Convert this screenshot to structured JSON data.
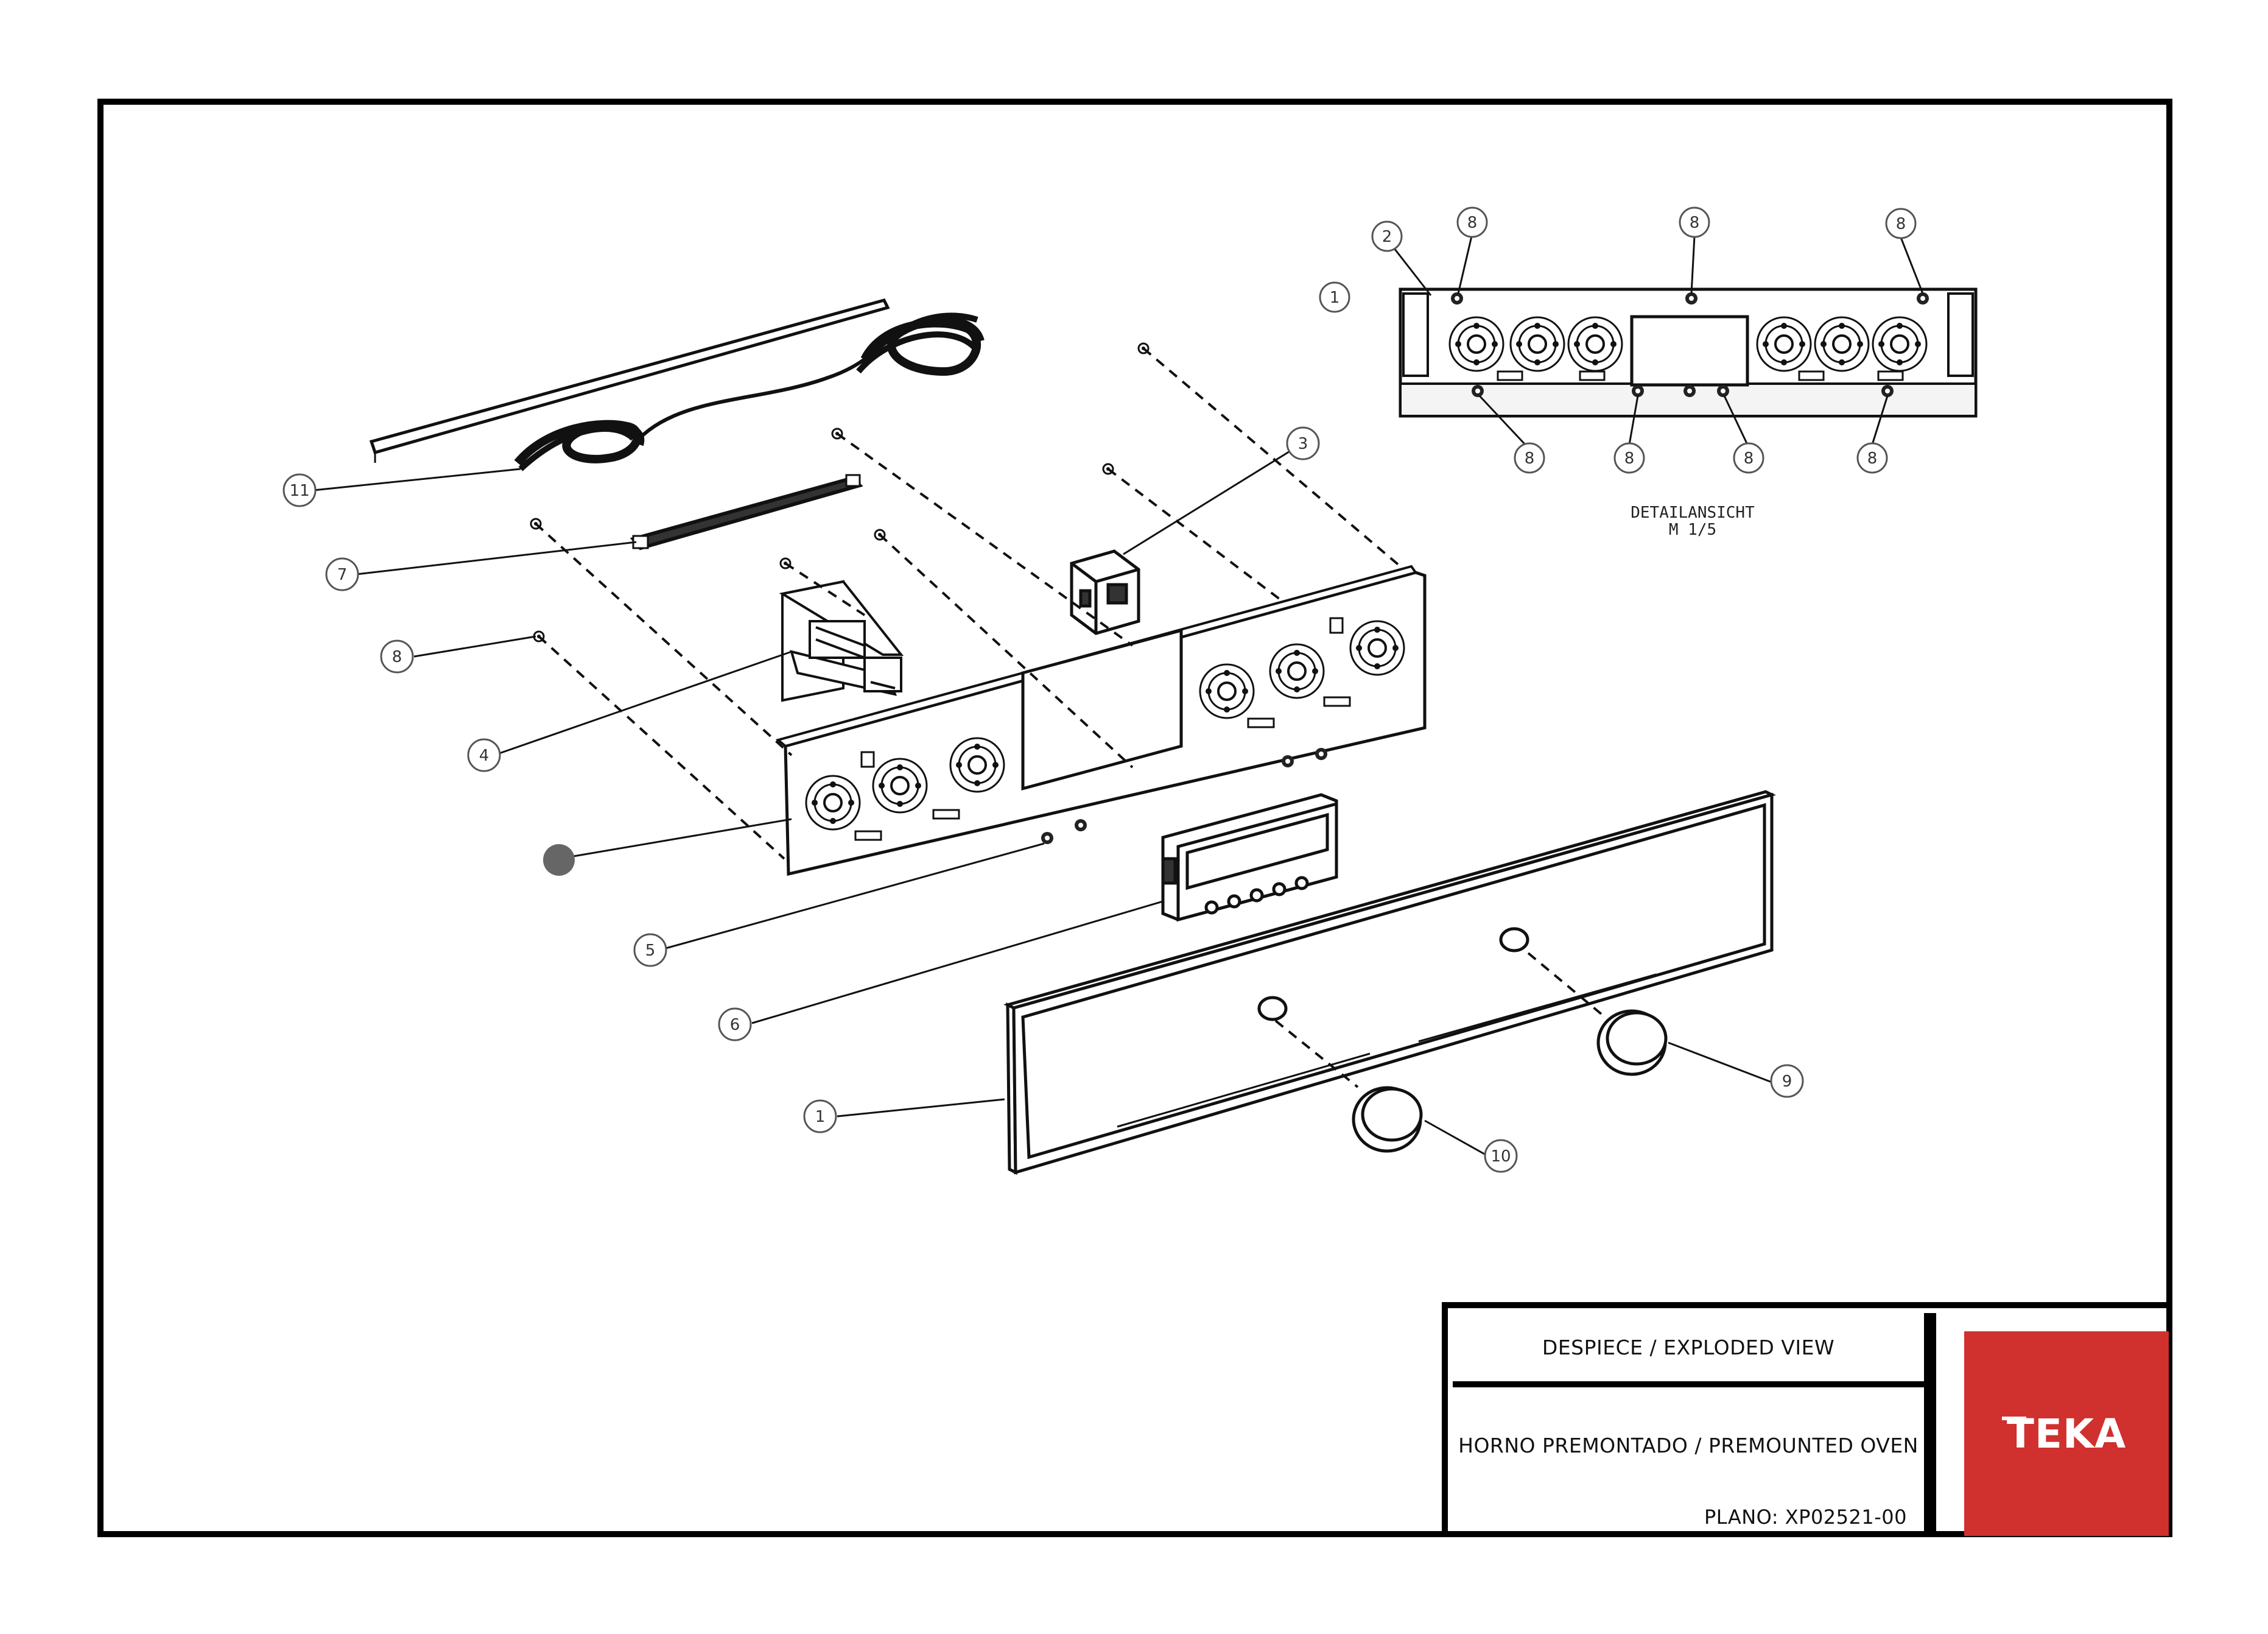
{
  "drawing": {
    "title_block": {
      "view_label": "DESPIECE / EXPLODED VIEW",
      "description": "HORNO PREMONTADO / PREMOUNTED OVEN",
      "plan_number": "PLANO: XP02521-00",
      "brand": "TEKA",
      "brand_color": "#d0302e"
    },
    "detail_view": {
      "label": "DETAILANSICHT",
      "scale": "M 1/5"
    },
    "callouts": {
      "c1_main": "1",
      "c1_detail": "1",
      "c2": "2",
      "c3": "3",
      "c4": "4",
      "c5": "5",
      "c6": "6",
      "c7": "7",
      "c8_left": "8",
      "c8_detail_top_1": "8",
      "c8_detail_top_2": "8",
      "c8_detail_top_3": "8",
      "c8_detail_bottom_1": "8",
      "c8_detail_bottom_2": "8",
      "c8_detail_bottom_3": "8",
      "c8_detail_bottom_4": "8",
      "c9": "9",
      "c10": "10",
      "c11": "11"
    }
  }
}
